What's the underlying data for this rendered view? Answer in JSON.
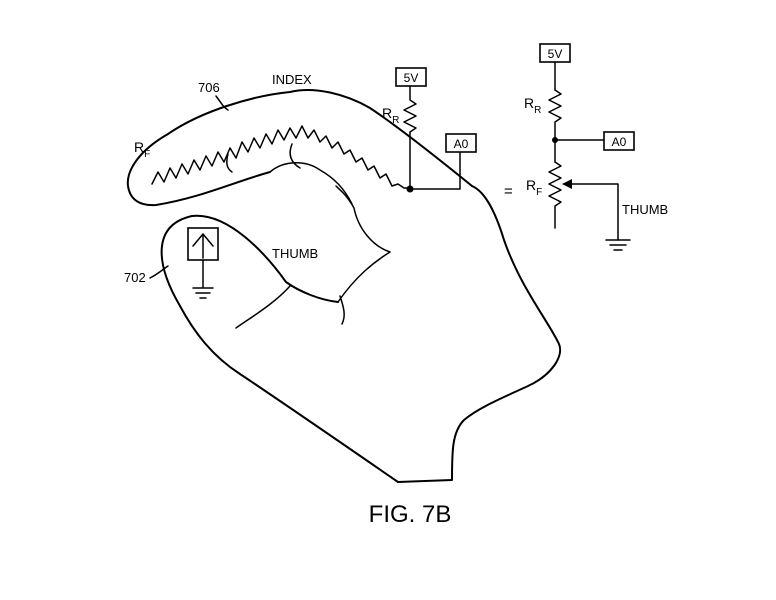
{
  "figure": {
    "caption": "FIG. 7B",
    "ref_index_finger": "706",
    "ref_thumb": "702",
    "label_index": "INDEX",
    "label_thumb": "THUMB"
  },
  "hand_circuit": {
    "supply": "5V",
    "reference_resistor": {
      "main": "R",
      "sub": "R"
    },
    "finger_resistor": {
      "main": "R",
      "sub": "F"
    },
    "output": "A0"
  },
  "equivalent_circuit": {
    "equals": "=",
    "supply": "5V",
    "reference_resistor": {
      "main": "R",
      "sub": "R"
    },
    "output": "A0",
    "variable_resistor": {
      "main": "R",
      "sub": "F"
    },
    "wiper_label": "THUMB"
  }
}
